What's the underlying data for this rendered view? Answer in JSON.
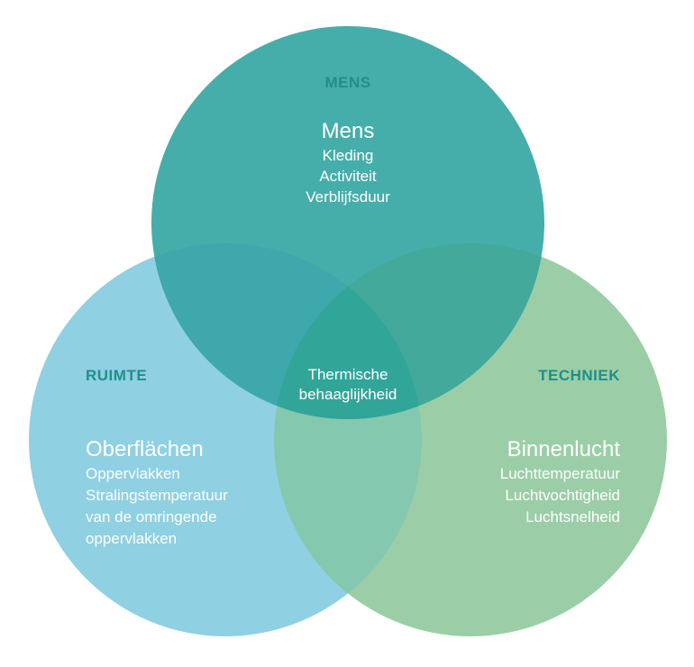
{
  "colors": {
    "mens": "#46aeaa",
    "ruimte": "#8fd0e2",
    "techniek": "#9bcea7",
    "mens_ruimte": "#3ea8ad",
    "mens_techniek": "#42a99b",
    "ruimte_techniek": "#85c8b0",
    "center": "#32a599",
    "tag_text": "#1f8f8a",
    "white": "#ffffff"
  },
  "mens": {
    "tag": "MENS",
    "title": "Mens",
    "lines": [
      "Kleding",
      "Activiteit",
      "Verblijfsduur"
    ]
  },
  "ruimte": {
    "tag": "RUIMTE",
    "title": "Oberflächen",
    "lines": [
      "Oppervlakken",
      "Stralingstemperatuur",
      "van de omringende",
      "oppervlakken"
    ]
  },
  "techniek": {
    "tag": "TECHNIEK",
    "title": "Binnenlucht",
    "lines": [
      "Luchttemperatuur",
      "Luchtvochtigheid",
      "Luchtsnelheid"
    ]
  },
  "center": {
    "line1": "Thermische",
    "line2": "behaaglijkheid"
  }
}
